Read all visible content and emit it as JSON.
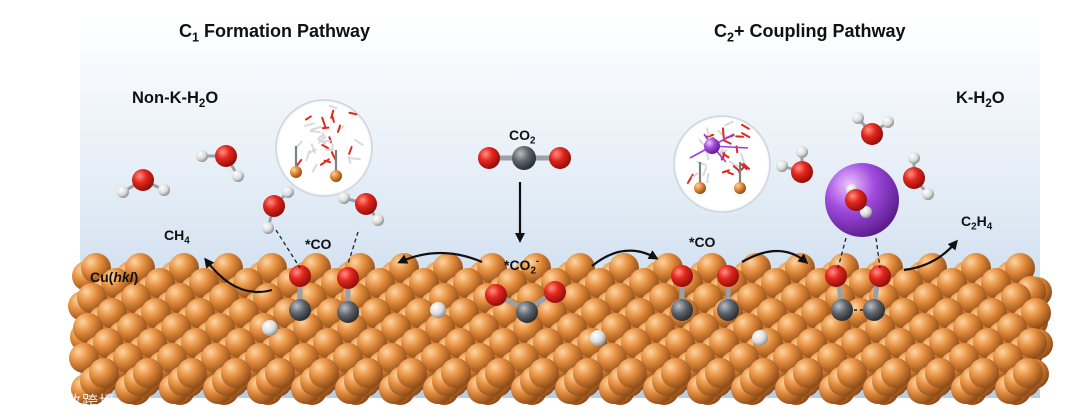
{
  "titles": {
    "c1": {
      "pre": "C",
      "sub": "1",
      "post": " Formation Pathway"
    },
    "c2": {
      "pre": "C",
      "sub": "2",
      "post": "+ Coupling Pathway"
    }
  },
  "conditions": {
    "left": {
      "pre": "Non-K-H",
      "sub": "2",
      "post": "O"
    },
    "right": {
      "pre": "K-H",
      "sub": "2",
      "post": "O"
    }
  },
  "surface_label": {
    "pre": "Cu(",
    "italic": "hkl",
    "post": ")"
  },
  "species": {
    "co2": {
      "pre": "CO",
      "sub": "2"
    },
    "co2_ads": {
      "pre": "*CO",
      "sub": "2",
      "sup": "-"
    },
    "co_left": "*CO",
    "co_right": "*CO",
    "ch4": {
      "pre": "CH",
      "sub": "4"
    },
    "c2h4": {
      "pre": "C",
      "sub1": "2",
      "mid": "H",
      "sub2": "4"
    }
  },
  "watermark": {
    "text": "大数跨境",
    "icon": "watermark-logo-icon"
  },
  "colors": {
    "oxygen": "#e0281f",
    "carbon": "#555a60",
    "hydrogen": "#e6e6e6",
    "copper": "#d8843a",
    "potassium": "#9a3fd6",
    "background_top": "#ffffff",
    "background_bottom": "#b9cfe8"
  }
}
